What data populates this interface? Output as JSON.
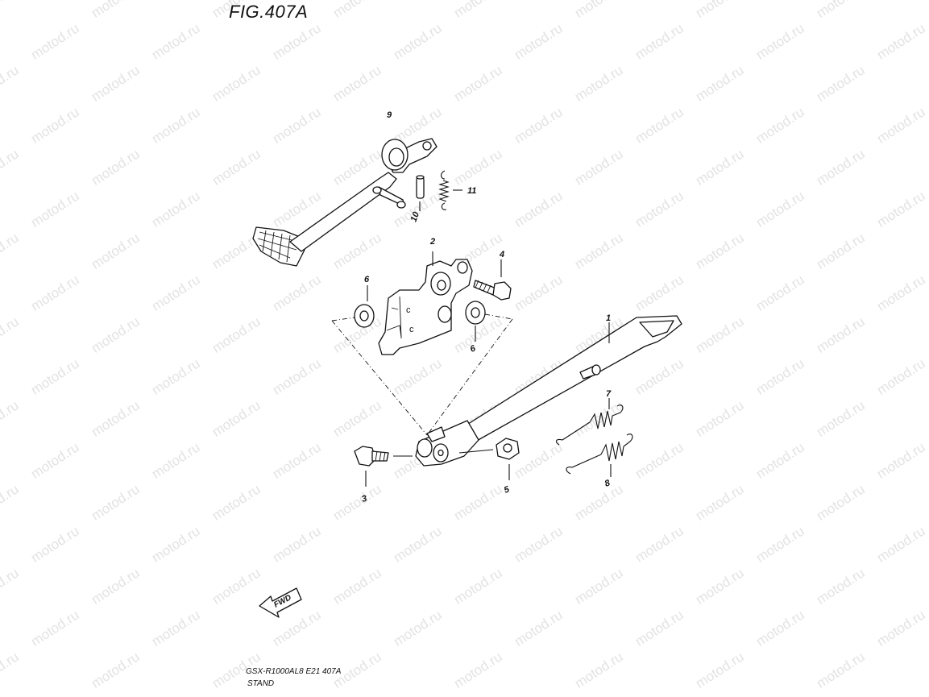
{
  "figure": {
    "title": "FIG.407A"
  },
  "watermark": {
    "text": "motod.ru"
  },
  "footer": {
    "model_line": "GSX-R1000AL8 E21 407A",
    "section": "STAND"
  },
  "fwd_label": "FWD",
  "callouts": [
    {
      "id": "c1",
      "label": "1"
    },
    {
      "id": "c2",
      "label": "2"
    },
    {
      "id": "c3",
      "label": "3"
    },
    {
      "id": "c4",
      "label": "4"
    },
    {
      "id": "c5",
      "label": "5"
    },
    {
      "id": "c6a",
      "label": "6"
    },
    {
      "id": "c6b",
      "label": "6"
    },
    {
      "id": "c7",
      "label": "7"
    },
    {
      "id": "c8",
      "label": "8"
    },
    {
      "id": "c9",
      "label": "9"
    },
    {
      "id": "c10",
      "label": "10"
    },
    {
      "id": "c11",
      "label": "11"
    }
  ]
}
